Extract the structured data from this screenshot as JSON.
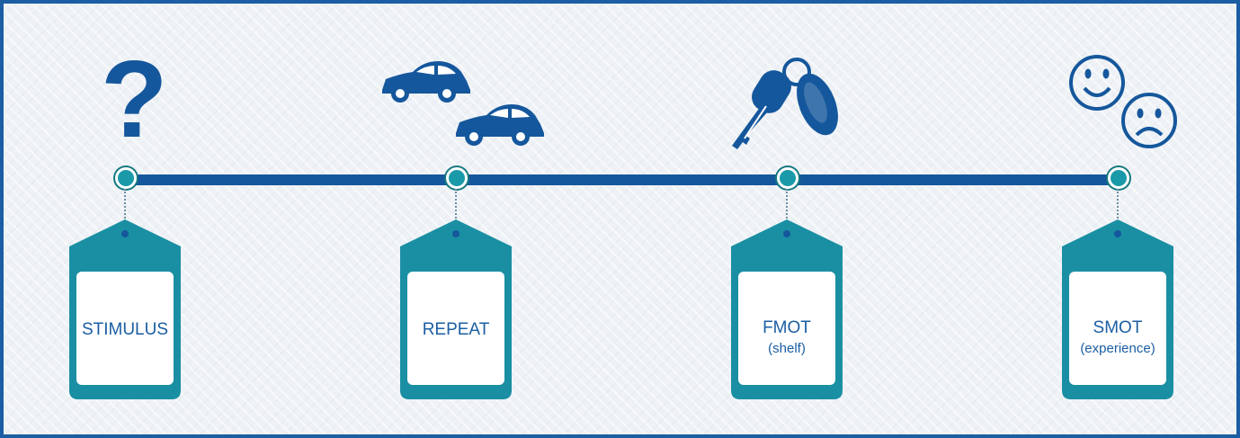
{
  "colors": {
    "frame": "#1b5ea3",
    "timeline": "#15579c",
    "icon": "#15579c",
    "tag": "#1a8fa3",
    "tag_face": "#ffffff",
    "label": "#1b5ea3"
  },
  "icons": {
    "stage1": "question-mark-icon",
    "stage2": "cars-icon",
    "stage3": "car-keys-icon",
    "stage4": "happy-sad-faces-icon"
  },
  "question_glyph": "?",
  "stages": [
    {
      "label": "STIMULUS",
      "sublabel": ""
    },
    {
      "label": "REPEAT",
      "sublabel": ""
    },
    {
      "label": "FMOT",
      "sublabel": "(shelf)"
    },
    {
      "label": "SMOT",
      "sublabel": "(experience)"
    }
  ]
}
